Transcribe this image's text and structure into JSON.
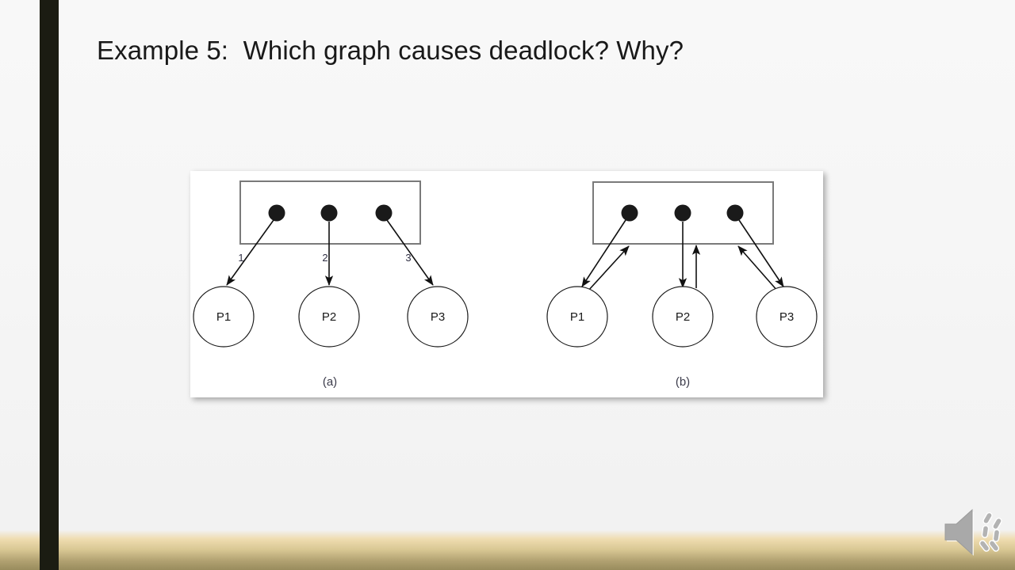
{
  "slide": {
    "title": "Example 5:  Which graph causes deadlock? Why?",
    "background_color": "#f6f6f6",
    "accent_bar_color": "#1b1c12",
    "bottom_band_color": "#d9c894"
  },
  "figure": {
    "panel_background": "#ffffff",
    "graphs": [
      {
        "id": "a",
        "caption": "(a)",
        "resource_box_label": "",
        "resource_dots": 3,
        "processes": [
          "P1",
          "P2",
          "P3"
        ],
        "edge_labels": [
          "1",
          "2",
          "3"
        ],
        "edges": [
          {
            "from": "resource-dot-1",
            "to": "P1",
            "type": "assignment"
          },
          {
            "from": "resource-dot-2",
            "to": "P2",
            "type": "assignment"
          },
          {
            "from": "resource-dot-3",
            "to": "P3",
            "type": "assignment"
          }
        ]
      },
      {
        "id": "b",
        "caption": "(b)",
        "resource_box_label": "",
        "resource_dots": 3,
        "processes": [
          "P1",
          "P2",
          "P3"
        ],
        "edge_labels": [],
        "edges": [
          {
            "from": "resource-dot-1",
            "to": "P1",
            "type": "assignment"
          },
          {
            "from": "P1",
            "to": "resource-box",
            "type": "request"
          },
          {
            "from": "resource-dot-2",
            "to": "P2",
            "type": "assignment"
          },
          {
            "from": "P2",
            "to": "resource-box",
            "type": "request"
          },
          {
            "from": "resource-dot-3",
            "to": "P3",
            "type": "assignment"
          },
          {
            "from": "P3",
            "to": "resource-box",
            "type": "request"
          }
        ]
      }
    ]
  },
  "media": {
    "audio_icon_name": "speaker-icon",
    "audio_icon_color": "#a6a6a6"
  }
}
